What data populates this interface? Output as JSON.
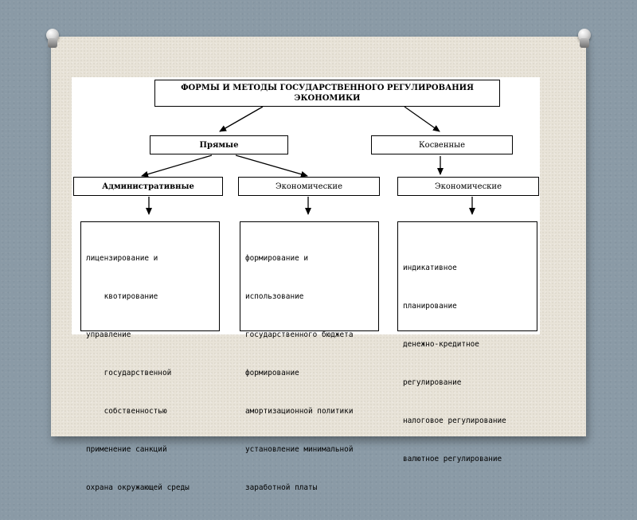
{
  "diagram": {
    "title_lines": [
      "ФОРМЫ И МЕТОДЫ ГОСУДАРСТВЕННОГО РЕГУЛИРОВАНИЯ",
      "ЭКОНОМИКИ"
    ],
    "direct_label": "Прямые",
    "indirect_label": "Косвенные",
    "administrative_label": "Административные",
    "economic_direct_label": "Экономические",
    "economic_indirect_label": "Экономические",
    "administrative_items": [
      "лицензирование и",
      "    квотирование",
      "управление",
      "    государственной",
      "    собственностью",
      "применение санкций",
      "охрана окружающей среды"
    ],
    "economic_direct_items": [
      "формирование и",
      "использование",
      "государственного бюджета",
      "формирование",
      "амортизационной политики",
      "установление минимальной",
      "заработной платы"
    ],
    "economic_indirect_items": [
      "индикативное",
      "планирование",
      "денежно-кредитное",
      "регулирование",
      "налоговое регулирование",
      "валютное регулирование"
    ]
  }
}
